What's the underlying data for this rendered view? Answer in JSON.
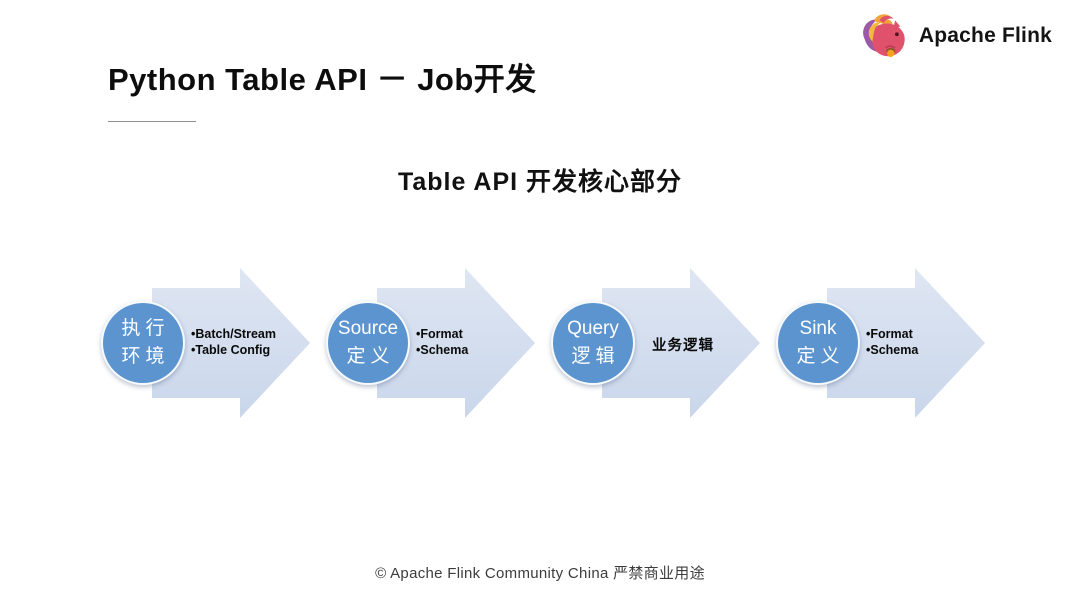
{
  "logo": {
    "brand": "Apache Flink",
    "icon": "flink-squirrel-icon"
  },
  "title": "Python Table API － Job开发",
  "subtitle": "Table API 开发核心部分",
  "footer": "© Apache Flink Community China  严禁商业用途",
  "colors": {
    "circle": "#5b94cf",
    "arrow_light": "#dfe6f3",
    "arrow_dark": "#c9d6ea",
    "title_color": "#0d0d0d",
    "footer_color": "#3c3c3c"
  },
  "steps": [
    {
      "circle_line1": "执行",
      "circle_line2": "环境",
      "bullets": [
        "•Batch/Stream",
        "•Table Config"
      ]
    },
    {
      "circle_line1": "Source",
      "circle_line2": "定义",
      "bullets": [
        "•Format",
        "•Schema"
      ]
    },
    {
      "circle_line1": "Query",
      "circle_line2": "逻辑",
      "label": "业务逻辑"
    },
    {
      "circle_line1": "Sink",
      "circle_line2": "定义",
      "bullets": [
        "•Format",
        "•Schema"
      ]
    }
  ]
}
